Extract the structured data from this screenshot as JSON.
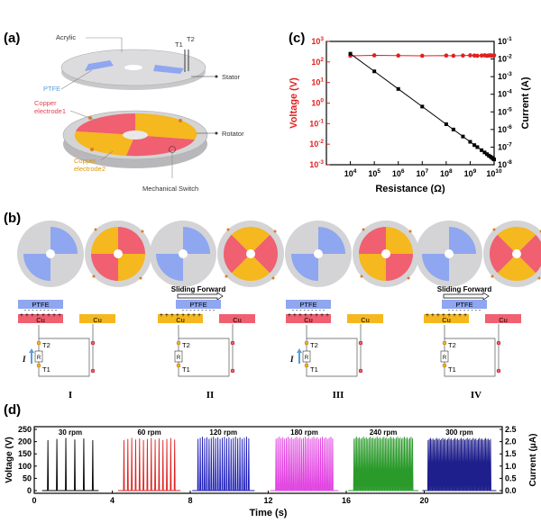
{
  "panels": {
    "a": "(a)",
    "b": "(b)",
    "c": "(c)",
    "d": "(d)"
  },
  "panel_a": {
    "acrylic": "Acrylic",
    "t1": "T1",
    "t2": "T2",
    "stator": "Stator",
    "ptfe": "PTFE",
    "copper1_l1": "Copper",
    "copper1_l2": "electrode1",
    "rotator": "Rotator",
    "copper2_l1": "Copper",
    "copper2_l2": "electrode2",
    "switch": "Mechanical Switch"
  },
  "panel_b": {
    "ptfe": "PTFE",
    "cu": "Cu",
    "r": "R",
    "t1": "T1",
    "t2": "T2",
    "i": "I",
    "sliding": "Sliding Forward",
    "stages": [
      "I",
      "II",
      "III",
      "IV"
    ]
  },
  "colors": {
    "ptfe": "#8fa6f0",
    "copper1": "#f06070",
    "copper2": "#f5b81e",
    "disk": "#d4d4d6"
  },
  "chart_data": [
    {
      "type": "scatter",
      "panel": "c",
      "xlabel": "Resistance (Ω)",
      "ylabel_left": "Voltage (V)",
      "ylabel_right": "Current (A)",
      "x_scale": "log",
      "y_scale": "log",
      "xlim": [
        1000.0,
        10000000000.0
      ],
      "ylim_left": [
        0.001,
        1000.0
      ],
      "ylim_right": [
        1e-08,
        0.1
      ],
      "x_tick_labels": [
        "10^4",
        "10^5",
        "10^6",
        "10^7",
        "10^8",
        "10^9",
        "10^10"
      ],
      "y_left_tick_labels": [
        "10^-3",
        "10^-2",
        "10^-1",
        "10^0",
        "10^1",
        "10^2",
        "10^3"
      ],
      "y_right_tick_labels": [
        "10^-8",
        "10^-7",
        "10^-6",
        "10^-5",
        "10^-4",
        "10^-3",
        "10^-2",
        "10^-1"
      ],
      "series": [
        {
          "color": "#e02020",
          "marker": "circle",
          "axis": "left",
          "x": [
            10000.0,
            100000.0,
            1000000.0,
            10000000.0,
            100000000.0,
            200000000.0,
            500000000.0,
            1000000000.0,
            1500000000.0,
            2000000000.0,
            3000000000.0,
            4000000000.0,
            5000000000.0,
            6000000000.0,
            7000000000.0,
            8000000000.0,
            9000000000.0,
            10000000000.0
          ],
          "y": [
            200,
            210,
            205,
            200,
            205,
            200,
            205,
            210,
            205,
            200,
            205,
            210,
            200,
            205,
            210,
            200,
            205,
            210
          ]
        },
        {
          "color": "#000000",
          "marker": "square",
          "axis": "right",
          "x": [
            10000.0,
            100000.0,
            1000000.0,
            10000000.0,
            100000000.0,
            200000000.0,
            500000000.0,
            1000000000.0,
            1500000000.0,
            2000000000.0,
            3000000000.0,
            4000000000.0,
            5000000000.0,
            6000000000.0,
            7000000000.0,
            8000000000.0,
            9000000000.0,
            10000000000.0
          ],
          "y": [
            0.02,
            0.002,
            0.0002,
            2e-05,
            2e-06,
            1e-06,
            4e-07,
            2e-07,
            1.3e-07,
            1e-07,
            6.7e-08,
            5e-08,
            4e-08,
            3.3e-08,
            2.9e-08,
            2.5e-08,
            2.2e-08,
            2e-08
          ]
        }
      ]
    },
    {
      "type": "line",
      "panel": "d",
      "xlabel": "Time (s)",
      "ylabel_left": "Voltage (V)",
      "ylabel_right": "Current (μA)",
      "xlim": [
        0,
        24
      ],
      "ylim_left": [
        0,
        250
      ],
      "ylim_right": [
        0,
        2.5
      ],
      "x_ticks": [
        0,
        4,
        8,
        12,
        16,
        20
      ],
      "y_left_ticks": [
        0,
        50,
        100,
        150,
        200,
        250
      ],
      "y_right_ticks": [
        "0.0",
        "0.5",
        "1.0",
        "1.5",
        "2.0",
        "2.5"
      ],
      "series": [
        {
          "label": "30 rpm",
          "color": "#000000",
          "start": 0.7,
          "end": 3.0,
          "count": 6,
          "peak": 215
        },
        {
          "label": "60 rpm",
          "color": "#e02020",
          "start": 4.6,
          "end": 7.2,
          "count": 14,
          "peak": 215
        },
        {
          "label": "120 rpm",
          "color": "#1c1cb8",
          "start": 8.4,
          "end": 11.0,
          "count": 24,
          "peak": 220
        },
        {
          "label": "180 rpm",
          "color": "#e040e0",
          "start": 12.4,
          "end": 15.3,
          "count": 34,
          "peak": 220
        },
        {
          "label": "240 rpm",
          "color": "#2a9a2a",
          "start": 16.4,
          "end": 19.4,
          "count": 44,
          "peak": 220
        },
        {
          "label": "300 rpm",
          "color": "#1e1e8c",
          "start": 20.2,
          "end": 23.4,
          "count": 52,
          "peak": 215
        }
      ]
    }
  ]
}
